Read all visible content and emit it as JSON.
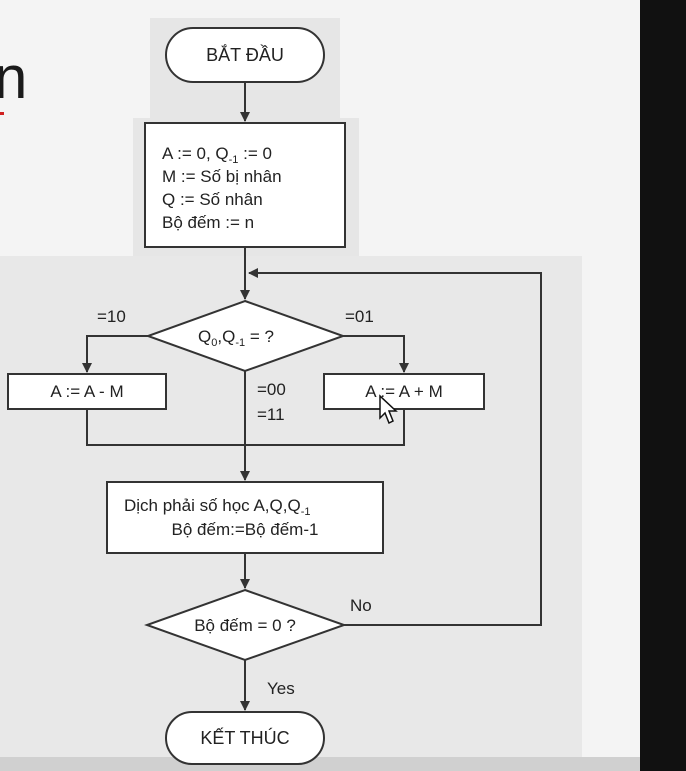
{
  "diagram": {
    "start": "BẮT ĐẦU",
    "init": {
      "line1": "A :=  0, Q",
      "line1_sub": "-1",
      "line1_tail": " := 0",
      "line2": "M := Số bị nhân",
      "line3": "Q := Số nhân",
      "line4": "Bộ đếm := n"
    },
    "decision1": {
      "text_a": "Q",
      "sub_a": "0",
      "text_b": ",Q",
      "sub_b": "-1",
      "text_c": " =  ?"
    },
    "branch_left_label": "=10",
    "branch_right_label": "=01",
    "branch_mid_label_1": "=00",
    "branch_mid_label_2": "=11",
    "subtract_box": "A := A - M",
    "add_box": "A := A + M",
    "shift_box": {
      "line1_a": "Dịch phải số học A,Q,Q",
      "line1_sub": "-1",
      "line2": "Bộ đếm:=Bộ đếm-1"
    },
    "decision2": "Bộ đếm = 0 ?",
    "no_label": "No",
    "yes_label": "Yes",
    "end": "KẾT THÚC"
  },
  "page_edge": {
    "letter": "n"
  }
}
